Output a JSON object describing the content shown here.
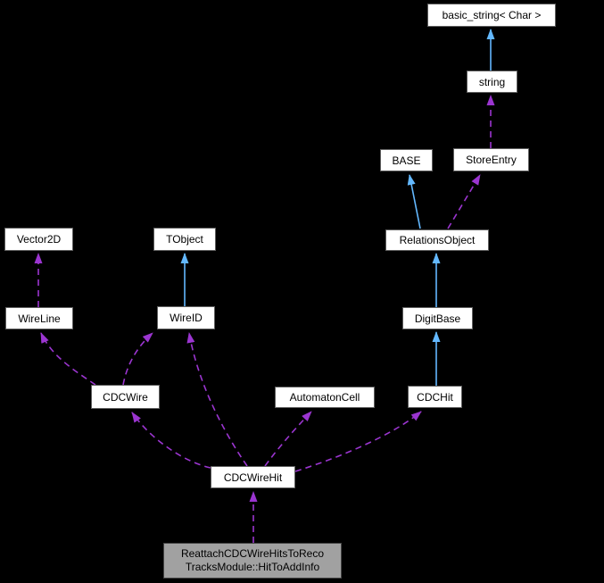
{
  "diagram": {
    "type": "collaboration-graph",
    "background_color": "#000000",
    "colors": {
      "inheritance_edge": "#63B8FF",
      "usage_edge": "#9B35D0",
      "node_fill": "#FFFFFF",
      "node_border": "#5F5F5F",
      "node_text": "#000000",
      "highlight_node_fill": "#A1A1A1",
      "highlight_node_border": "#454545"
    },
    "nodes": [
      {
        "id": "basic_string",
        "label": "basic_string< Char >"
      },
      {
        "id": "string",
        "label": "string"
      },
      {
        "id": "BASE",
        "label": "BASE"
      },
      {
        "id": "StoreEntry",
        "label": "StoreEntry"
      },
      {
        "id": "RelationsObject",
        "label": "RelationsObject"
      },
      {
        "id": "Vector2D",
        "label": "Vector2D"
      },
      {
        "id": "TObject",
        "label": "TObject"
      },
      {
        "id": "WireLine",
        "label": "WireLine"
      },
      {
        "id": "WireID",
        "label": "WireID"
      },
      {
        "id": "DigitBase",
        "label": "DigitBase"
      },
      {
        "id": "CDCWire",
        "label": "CDCWire"
      },
      {
        "id": "AutomatonCell",
        "label": "AutomatonCell"
      },
      {
        "id": "CDCHit",
        "label": "CDCHit"
      },
      {
        "id": "CDCWireHit",
        "label": "CDCWireHit"
      },
      {
        "id": "HitToAddInfo",
        "label": "ReattachCDCWireHitsToReco TracksModule::HitToAddInfo",
        "lines": [
          "ReattachCDCWireHitsToReco",
          "TracksModule::HitToAddInfo"
        ],
        "highlighted": true
      }
    ],
    "edges": [
      {
        "from": "string",
        "to": "basic_string< Char >",
        "type": "inheritance",
        "style": "solid-blue"
      },
      {
        "from": "StoreEntry",
        "to": "string",
        "type": "usage",
        "style": "dashed-purple"
      },
      {
        "from": "RelationsObject",
        "to": "BASE",
        "type": "inheritance",
        "style": "solid-blue"
      },
      {
        "from": "RelationsObject",
        "to": "StoreEntry",
        "type": "usage",
        "style": "dashed-purple"
      },
      {
        "from": "DigitBase",
        "to": "RelationsObject",
        "type": "inheritance",
        "style": "solid-blue"
      },
      {
        "from": "CDCHit",
        "to": "DigitBase",
        "type": "inheritance",
        "style": "solid-blue"
      },
      {
        "from": "WireLine",
        "to": "Vector2D",
        "type": "usage",
        "style": "dashed-purple"
      },
      {
        "from": "WireID",
        "to": "TObject",
        "type": "inheritance",
        "style": "solid-blue"
      },
      {
        "from": "CDCWire",
        "to": "WireLine",
        "type": "usage",
        "style": "dashed-purple"
      },
      {
        "from": "CDCWire",
        "to": "WireID",
        "type": "usage",
        "style": "dashed-purple"
      },
      {
        "from": "CDCWireHit",
        "to": "WireID",
        "type": "usage",
        "style": "dashed-purple"
      },
      {
        "from": "CDCWireHit",
        "to": "CDCWire",
        "type": "usage",
        "style": "dashed-purple"
      },
      {
        "from": "CDCWireHit",
        "to": "AutomatonCell",
        "type": "usage",
        "style": "dashed-purple"
      },
      {
        "from": "CDCWireHit",
        "to": "CDCHit",
        "type": "usage",
        "style": "dashed-purple"
      },
      {
        "from": "ReattachCDCWireHitsToRecoTracksModule::HitToAddInfo",
        "to": "CDCWireHit",
        "type": "usage",
        "style": "dashed-purple"
      }
    ]
  }
}
